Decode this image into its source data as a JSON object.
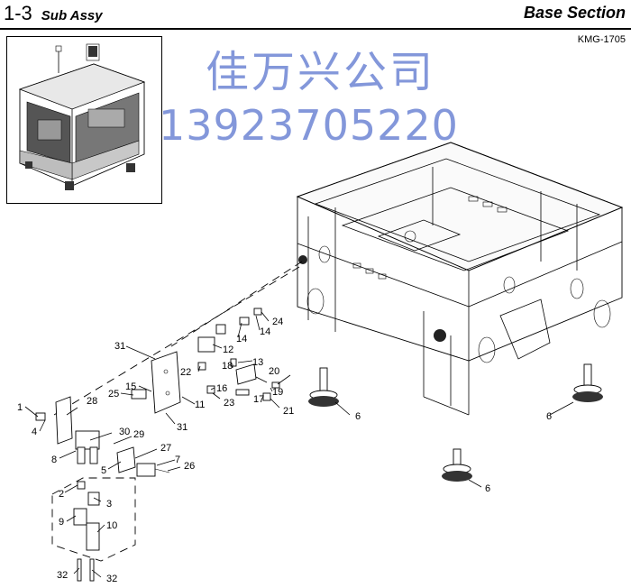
{
  "header": {
    "section_number": "1-3",
    "section_title": "Sub Assy",
    "page_title": "Base Section",
    "code": "KMG-1705"
  },
  "watermark": {
    "name": "佳万兴公司",
    "phone": "13923705220",
    "color": "#6e85d4"
  },
  "callouts": [
    "1",
    "2",
    "3",
    "4",
    "5",
    "6",
    "6",
    "6",
    "7",
    "8",
    "9",
    "10",
    "11",
    "12",
    "13",
    "14",
    "14",
    "15",
    "16",
    "17",
    "18",
    "19",
    "20",
    "21",
    "22",
    "23",
    "24",
    "25",
    "26",
    "27",
    "28",
    "29",
    "30",
    "31",
    "31",
    "32",
    "32"
  ]
}
